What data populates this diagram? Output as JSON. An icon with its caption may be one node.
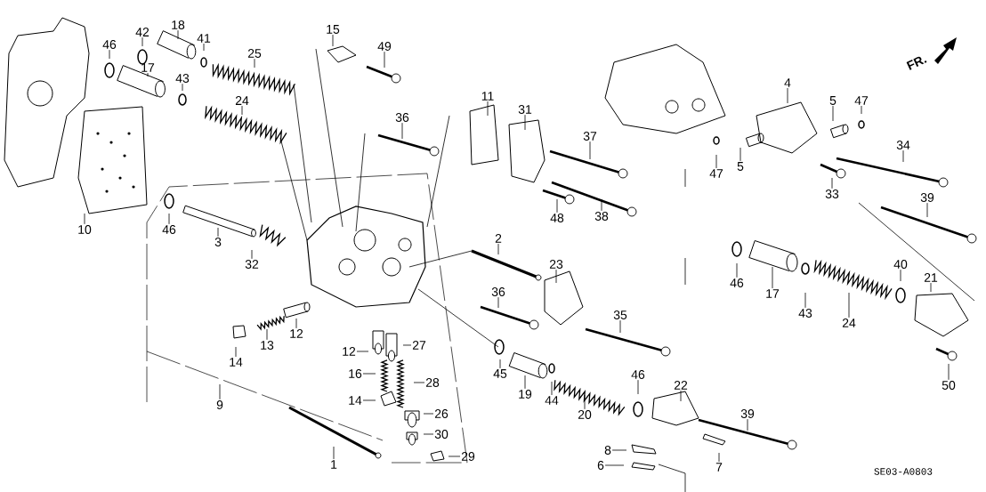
{
  "diagram": {
    "nodes": [
      {
        "text": [
          "42"
        ]
      },
      {
        "text": [
          "18"
        ]
      },
      {
        "text": [
          "46"
        ]
      },
      {
        "text": [
          "41"
        ]
      },
      {
        "text": [
          "25"
        ]
      },
      {
        "text": [
          "17"
        ]
      },
      {
        "text": [
          "43"
        ]
      },
      {
        "text": [
          "24"
        ]
      },
      {
        "text": [
          "15"
        ]
      },
      {
        "text": [
          "49"
        ]
      },
      {
        "text": [
          "10"
        ]
      },
      {
        "text": [
          "46"
        ]
      },
      {
        "text": [
          "3"
        ]
      },
      {
        "text": [
          "32"
        ]
      },
      {
        "text": [
          "11"
        ]
      },
      {
        "text": [
          "31"
        ]
      },
      {
        "text": [
          "36"
        ]
      },
      {
        "text": [
          "37"
        ]
      },
      {
        "text": [
          "48"
        ]
      },
      {
        "text": [
          "38"
        ]
      },
      {
        "text": [
          "2"
        ]
      },
      {
        "text": [
          "23"
        ]
      },
      {
        "text": [
          "36"
        ]
      },
      {
        "text": [
          "35"
        ]
      },
      {
        "text": [
          "12"
        ]
      },
      {
        "text": [
          "13"
        ]
      },
      {
        "text": [
          "14"
        ]
      },
      {
        "text": [
          "9"
        ]
      },
      {
        "text": [
          "12"
        ]
      },
      {
        "text": [
          "27"
        ]
      },
      {
        "text": [
          "16"
        ]
      },
      {
        "text": [
          "28"
        ]
      },
      {
        "text": [
          "14"
        ]
      },
      {
        "text": [
          "26"
        ]
      },
      {
        "text": [
          "30"
        ]
      },
      {
        "text": [
          "29"
        ]
      },
      {
        "text": [
          "1"
        ]
      },
      {
        "text": [
          "45"
        ]
      },
      {
        "text": [
          "19"
        ]
      },
      {
        "text": [
          "44"
        ]
      },
      {
        "text": [
          "20"
        ]
      },
      {
        "text": [
          "46"
        ]
      },
      {
        "text": [
          "22"
        ]
      },
      {
        "text": [
          "8"
        ]
      },
      {
        "text": [
          "6"
        ]
      },
      {
        "text": [
          "7"
        ]
      },
      {
        "text": [
          "39"
        ]
      },
      {
        "text": [
          "4"
        ]
      },
      {
        "text": [
          "5"
        ]
      },
      {
        "text": [
          "47"
        ]
      },
      {
        "text": [
          "47"
        ]
      },
      {
        "text": [
          "5"
        ]
      },
      {
        "text": [
          "34"
        ]
      },
      {
        "text": [
          "33"
        ]
      },
      {
        "text": [
          "39"
        ]
      },
      {
        "text": [
          "46"
        ]
      },
      {
        "text": [
          "17"
        ]
      },
      {
        "text": [
          "43"
        ]
      },
      {
        "text": [
          "24"
        ]
      },
      {
        "text": [
          "40"
        ]
      },
      {
        "text": [
          "21"
        ]
      },
      {
        "text": [
          "50"
        ]
      }
    ],
    "edges": [
      {
        "from": 0,
        "to": null,
        "arrow": "none"
      },
      {
        "from": 1,
        "to": null,
        "arrow": "none"
      },
      {
        "from": 2,
        "to": null,
        "arrow": "none"
      },
      {
        "from": 3,
        "to": null,
        "arrow": "none"
      },
      {
        "from": 4,
        "to": null,
        "arrow": "none"
      },
      {
        "from": 5,
        "to": null,
        "arrow": "none"
      },
      {
        "from": 6,
        "to": null,
        "arrow": "none"
      },
      {
        "from": 7,
        "to": null,
        "arrow": "none"
      },
      {
        "from": 8,
        "to": null,
        "arrow": "none"
      },
      {
        "from": 9,
        "to": null,
        "arrow": "none"
      },
      {
        "from": 10,
        "to": null,
        "arrow": "none"
      },
      {
        "from": 11,
        "to": null,
        "arrow": "none"
      },
      {
        "from": 12,
        "to": null,
        "arrow": "none"
      },
      {
        "from": 13,
        "to": null,
        "arrow": "none"
      },
      {
        "from": 14,
        "to": null,
        "arrow": "none"
      },
      {
        "from": 15,
        "to": null,
        "arrow": "none"
      },
      {
        "from": 16,
        "to": null,
        "arrow": "none"
      },
      {
        "from": 17,
        "to": null,
        "arrow": "none"
      },
      {
        "from": 18,
        "to": null,
        "arrow": "none"
      },
      {
        "from": 19,
        "to": null,
        "arrow": "none"
      },
      {
        "from": 20,
        "to": null,
        "arrow": "none"
      },
      {
        "from": 21,
        "to": null,
        "arrow": "none"
      },
      {
        "from": 22,
        "to": null,
        "arrow": "none"
      },
      {
        "from": 23,
        "to": null,
        "arrow": "none"
      },
      {
        "from": 24,
        "to": null,
        "arrow": "none"
      },
      {
        "from": 25,
        "to": null,
        "arrow": "none"
      },
      {
        "from": 26,
        "to": null,
        "arrow": "none"
      },
      {
        "from": 27,
        "to": null,
        "arrow": "none"
      },
      {
        "from": 28,
        "to": null,
        "arrow": "none"
      },
      {
        "from": 29,
        "to": null,
        "arrow": "none"
      },
      {
        "from": 30,
        "to": null,
        "arrow": "none"
      },
      {
        "from": 31,
        "to": null,
        "arrow": "none"
      },
      {
        "from": 32,
        "to": null,
        "arrow": "none"
      },
      {
        "from": 33,
        "to": null,
        "arrow": "none"
      },
      {
        "from": 34,
        "to": null,
        "arrow": "none"
      },
      {
        "from": 35,
        "to": null,
        "arrow": "none"
      },
      {
        "from": 36,
        "to": null,
        "arrow": "none"
      },
      {
        "from": 37,
        "to": null,
        "arrow": "none"
      },
      {
        "from": 38,
        "to": null,
        "arrow": "none"
      },
      {
        "from": 39,
        "to": null,
        "arrow": "none"
      },
      {
        "from": 40,
        "to": null,
        "arrow": "none"
      },
      {
        "from": 41,
        "to": null,
        "arrow": "none"
      },
      {
        "from": 42,
        "to": null,
        "arrow": "none"
      },
      {
        "from": 43,
        "to": null,
        "arrow": "none"
      },
      {
        "from": 44,
        "to": null,
        "arrow": "none"
      },
      {
        "from": 45,
        "to": null,
        "arrow": "none"
      },
      {
        "from": 46,
        "to": null,
        "arrow": "none"
      },
      {
        "from": 47,
        "to": null,
        "arrow": "none"
      },
      {
        "from": 48,
        "to": null,
        "arrow": "none"
      },
      {
        "from": 49,
        "to": null,
        "arrow": "none"
      },
      {
        "from": 50,
        "to": null,
        "arrow": "none"
      },
      {
        "from": 51,
        "to": null,
        "arrow": "none"
      },
      {
        "from": 52,
        "to": null,
        "arrow": "none"
      },
      {
        "from": 53,
        "to": null,
        "arrow": "none"
      },
      {
        "from": 54,
        "to": null,
        "arrow": "none"
      },
      {
        "from": 55,
        "to": null,
        "arrow": "none"
      },
      {
        "from": 56,
        "to": null,
        "arrow": "none"
      },
      {
        "from": 57,
        "to": null,
        "arrow": "none"
      },
      {
        "from": 58,
        "to": null,
        "arrow": "none"
      },
      {
        "from": 59,
        "to": null,
        "arrow": "none"
      },
      {
        "from": 60,
        "to": null,
        "arrow": "none"
      },
      {
        "from": 61,
        "to": null,
        "arrow": "none"
      }
    ],
    "labels": [
      "FR.",
      "SE03-A0803"
    ]
  }
}
